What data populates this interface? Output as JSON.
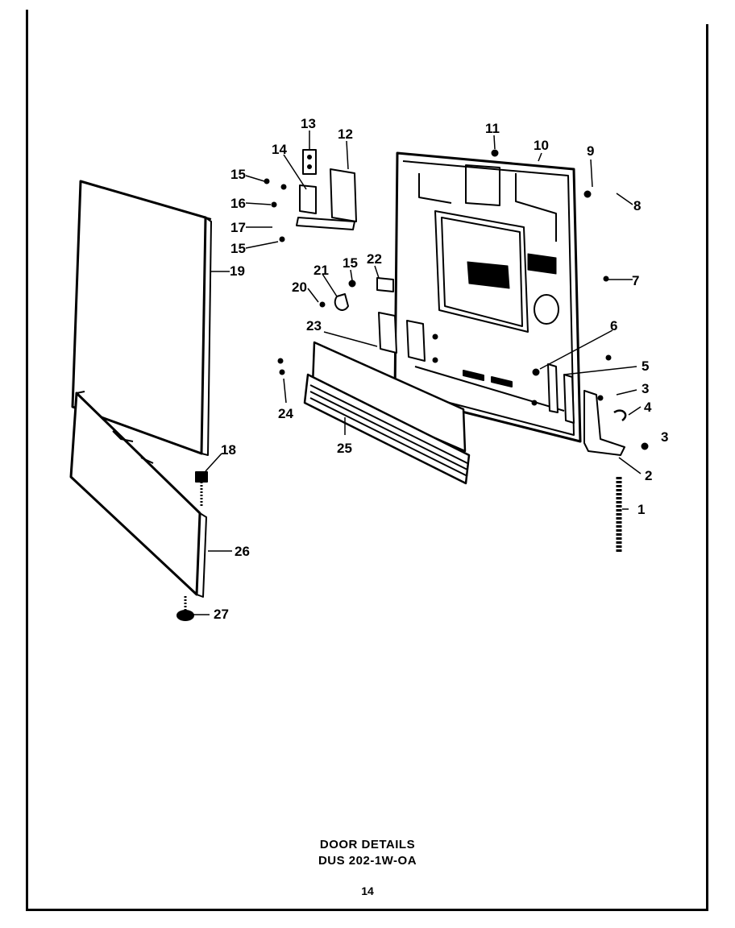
{
  "diagram": {
    "title": "DOOR DETAILS",
    "model": "DUS 202-1W-OA",
    "page_number": "14",
    "callouts": [
      "1",
      "2",
      "3",
      "3",
      "4",
      "5",
      "6",
      "7",
      "8",
      "9",
      "10",
      "11",
      "12",
      "13",
      "14",
      "15",
      "15",
      "15",
      "16",
      "17",
      "18",
      "19",
      "20",
      "21",
      "22",
      "23",
      "24",
      "25",
      "26",
      "27"
    ]
  }
}
